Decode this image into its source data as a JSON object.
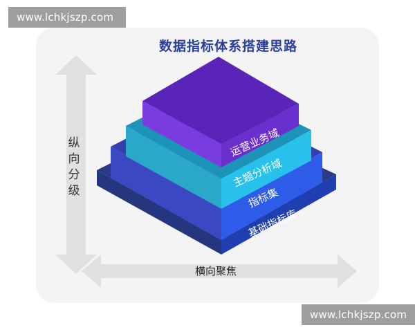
{
  "watermark": {
    "top": "www.lchkjszp.com",
    "bottom": "www.lchkjszp.com"
  },
  "diagram": {
    "title": "数据指标体系搭建思路",
    "vertical_axis_label": "纵向分级",
    "horizontal_axis_label": "横向聚焦",
    "layers": [
      {
        "label": "运营业务域",
        "color_front": "#6b2fd0",
        "color_top": "#7a3ce0"
      },
      {
        "label": "主题分析域",
        "color_front": "#27c1ec",
        "color_top": "#2aa7c9"
      },
      {
        "label": "指标集",
        "color_front": "#2e5be8",
        "color_top": "#3a48c4"
      },
      {
        "label": "基础指标库",
        "color_front": "#1f3fb0",
        "color_top": "#25357e"
      }
    ]
  }
}
